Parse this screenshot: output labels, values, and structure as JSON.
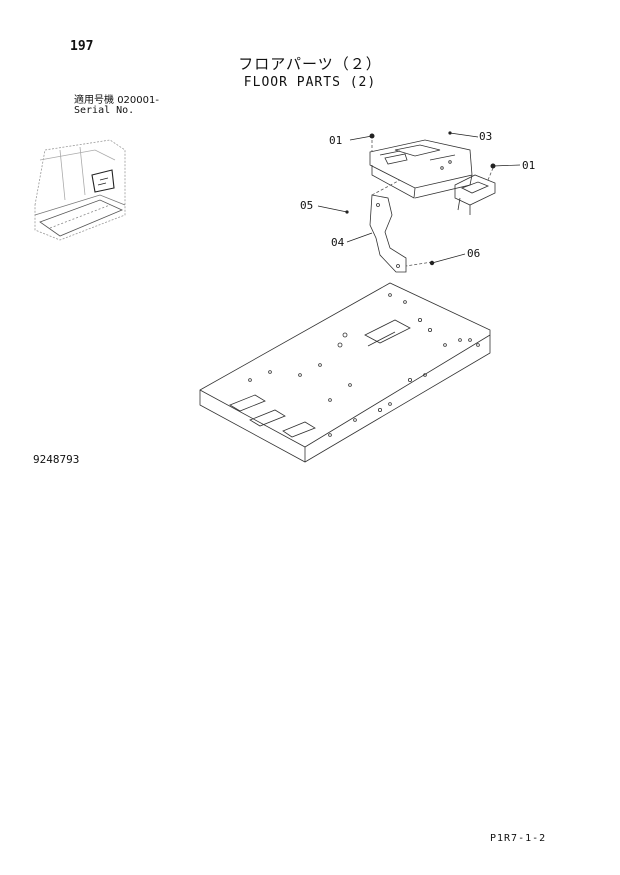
{
  "header": {
    "page_number": "197",
    "title_jp": "フロアパーツ（２）",
    "title_en": "FLOOR PARTS (2)",
    "serial_label_jp": "適用号機",
    "serial_value": "020001-",
    "serial_label_en": "Serial No."
  },
  "diagram": {
    "callouts": [
      {
        "id": "01",
        "label": "01"
      },
      {
        "id": "03",
        "label": "03"
      },
      {
        "id": "01b",
        "label": "01"
      },
      {
        "id": "05",
        "label": "05"
      },
      {
        "id": "04",
        "label": "04"
      },
      {
        "id": "06",
        "label": "06"
      }
    ]
  },
  "footer": {
    "drawing_number": "9248793",
    "page_reference": "P1R7-1-2"
  }
}
